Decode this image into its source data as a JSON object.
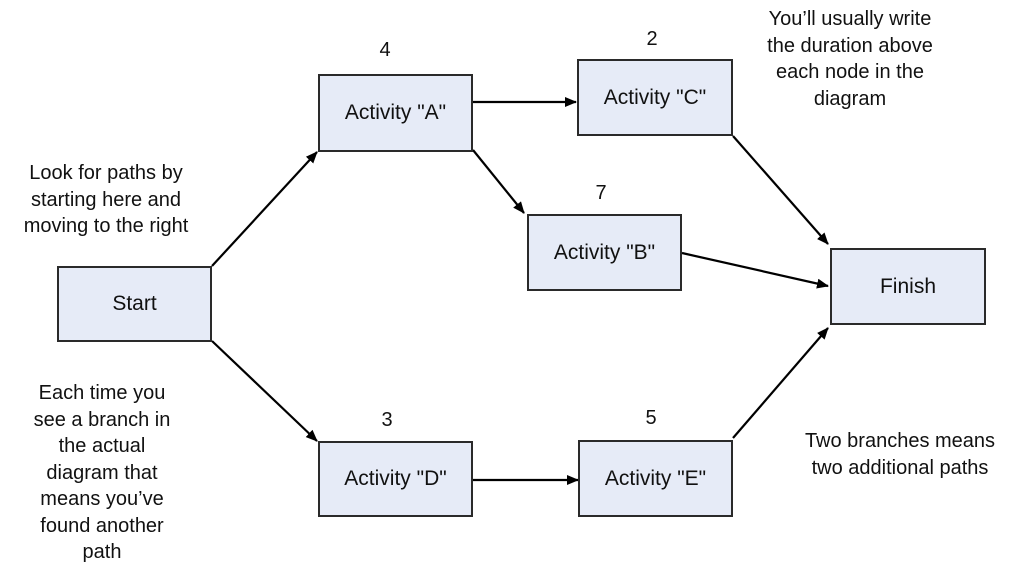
{
  "diagram": {
    "nodes": [
      {
        "id": "start",
        "label": "Start"
      },
      {
        "id": "A",
        "label": "Activity \"A\"",
        "duration": "4"
      },
      {
        "id": "B",
        "label": "Activity \"B\"",
        "duration": "7"
      },
      {
        "id": "C",
        "label": "Activity \"C\"",
        "duration": "2"
      },
      {
        "id": "D",
        "label": "Activity \"D\"",
        "duration": "3"
      },
      {
        "id": "E",
        "label": "Activity \"E\"",
        "duration": "5"
      },
      {
        "id": "finish",
        "label": "Finish"
      }
    ],
    "edges": [
      {
        "from": "start",
        "to": "A"
      },
      {
        "from": "start",
        "to": "D"
      },
      {
        "from": "A",
        "to": "C"
      },
      {
        "from": "A",
        "to": "B"
      },
      {
        "from": "C",
        "to": "finish"
      },
      {
        "from": "B",
        "to": "finish"
      },
      {
        "from": "D",
        "to": "E"
      },
      {
        "from": "E",
        "to": "finish"
      }
    ],
    "notes": {
      "look_for_paths": "Look for paths by\nstarting here and\nmoving to the right",
      "branch": "Each time you\nsee a branch in\nthe actual\ndiagram that\nmeans you’ve\nfound another\npath",
      "duration": "You’ll usually write\nthe duration above\neach node in the\ndiagram",
      "two_branches": "Two branches means\ntwo additional paths"
    },
    "colors": {
      "node_fill": "#e6ebf7",
      "node_border": "#2a2a2a",
      "arrow": "#000000"
    }
  }
}
